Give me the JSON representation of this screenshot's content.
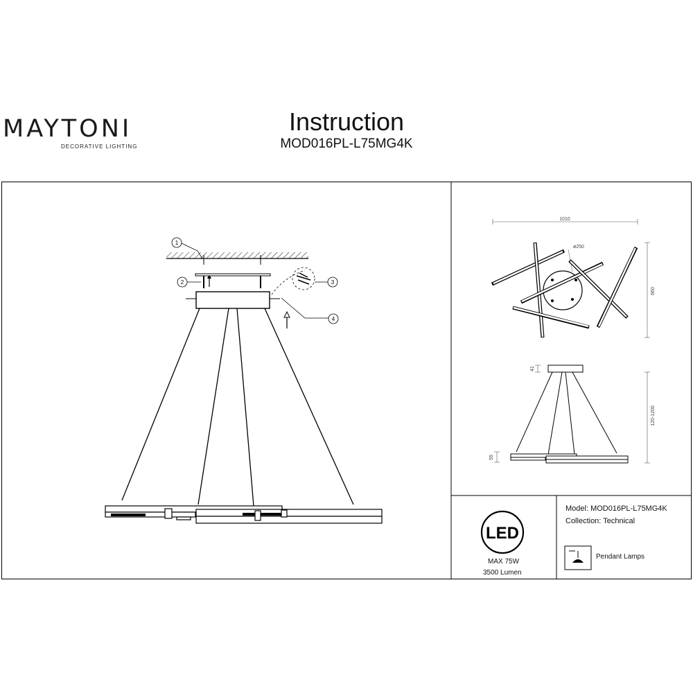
{
  "brand": {
    "name": "MAYTONI",
    "tagline": "DECORATIVE LIGHTING"
  },
  "header": {
    "title": "Instruction",
    "model": "MOD016PL-L75MG4K"
  },
  "callouts": [
    "1",
    "2",
    "3",
    "4"
  ],
  "dimensions": {
    "width": "1010",
    "canopy_diameter": "ø250",
    "depth": "660",
    "canopy_height": "41",
    "suspension": "120-1200",
    "bar_height": "55"
  },
  "specs": {
    "led_badge": "LED",
    "power": "MAX 75W",
    "lumen": "3500 Lumen",
    "model": "Model: MOD016PL-L75MG4K",
    "collection": "Collection: Technical",
    "type": "Pendant Lamps"
  }
}
